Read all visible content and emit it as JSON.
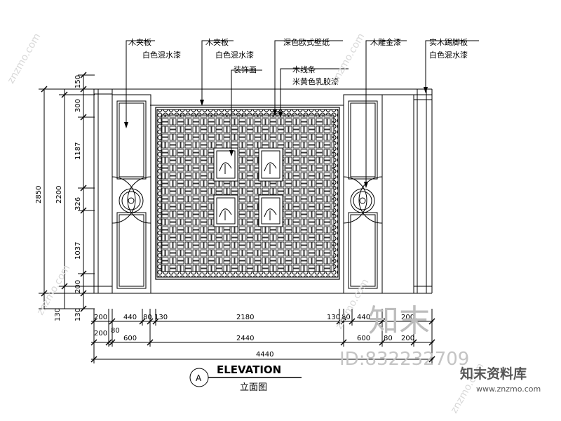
{
  "annotations": {
    "wood_panel_1": "木夹板",
    "white_paint_1": "白色混水漆",
    "wood_panel_2": "木夹板",
    "white_paint_2": "白色混水漆",
    "decor_painting": "装饰画",
    "dark_wallpaper": "深色欧式壁纸",
    "wood_strip": "木线条",
    "beige_latex": "米黄色乳胶漆",
    "gold_carving": "木雕金漆",
    "skirting": "实木踢脚板",
    "white_paint_3": "白色混水漆"
  },
  "dimensions": {
    "left_outer": [
      "2850"
    ],
    "left_inner": [
      "2200"
    ],
    "left_detail": [
      "150",
      "300",
      "1187",
      "326",
      "1037",
      "200",
      "130"
    ],
    "left_bottom": "130",
    "row1": [
      "200",
      "440",
      "80",
      "130",
      "2180",
      "130",
      "80",
      "440",
      "200"
    ],
    "row2": [
      "200",
      "80",
      "600",
      "2440",
      "600",
      "80",
      "200"
    ],
    "row3": [
      "4440"
    ]
  },
  "title": {
    "marker": "A",
    "main": "ELEVATION",
    "sub": "立面图"
  },
  "watermark": {
    "logo": "知末",
    "id": "ID:832232709",
    "brand": "知末资料库",
    "url": "www.znzmo.com",
    "diag": "znzmo.com"
  }
}
